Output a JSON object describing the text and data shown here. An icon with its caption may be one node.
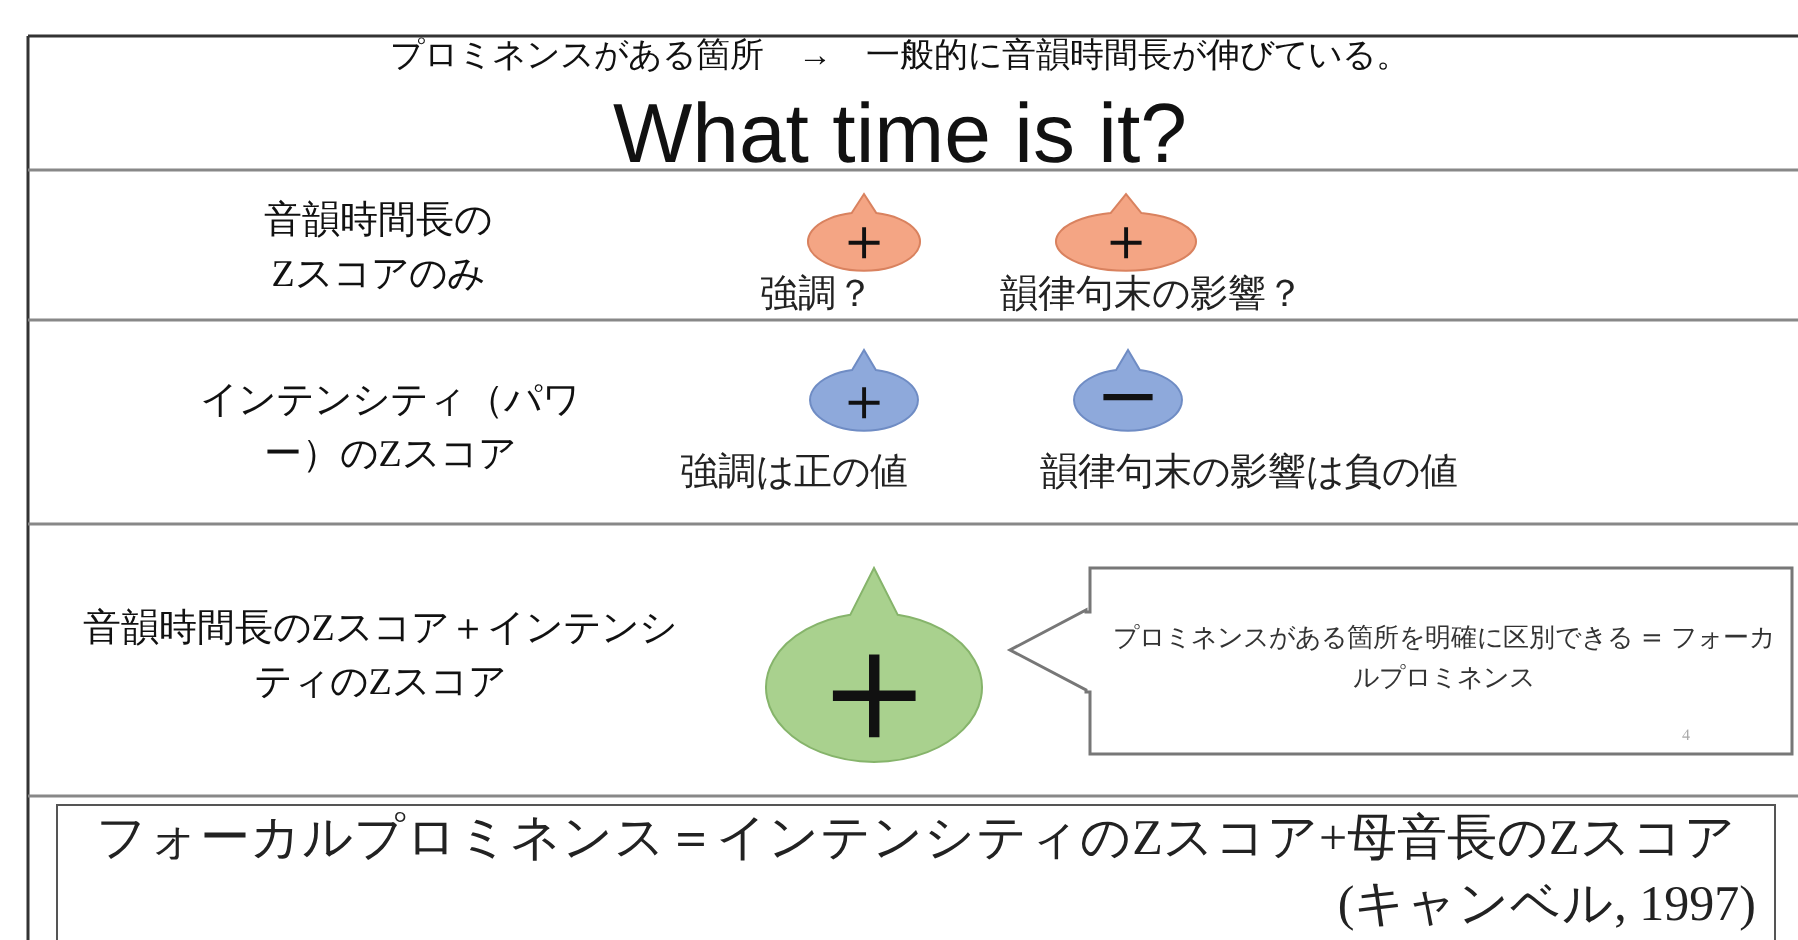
{
  "diagram": {
    "nodes": [
      {
        "text": [
          "＋"
        ],
        "beside": [
          "強調？"
        ]
      },
      {
        "text": [
          "＋"
        ],
        "beside": [
          "韻律句末の影響？"
        ]
      },
      {
        "text": [
          "＋"
        ],
        "beside": [
          "強調は正の値"
        ]
      },
      {
        "text": [
          "ー"
        ],
        "beside": [
          "韻律句末の影響は負の値"
        ]
      },
      {
        "text": [
          "＋"
        ]
      },
      {
        "text": [
          "プロミネンスがある箇所を明確に区別できる = フォーカルプロミネンス"
        ]
      },
      {
        "text": [
          "フォーカルプロミネンス＝インテンシティのZスコア+母音長のZスコア",
          "(キャンベル, 1997)"
        ]
      }
    ],
    "labels": [
      "プロミネンスがある箇所　→　一般的に音韻時間長が伸びている。",
      "What time is it?",
      "音韻時間長のZスコアのみ",
      "インテンシティ（パワー）のZスコア",
      "音韻時間長のZスコア＋インテンシティのZスコア",
      "4"
    ]
  }
}
